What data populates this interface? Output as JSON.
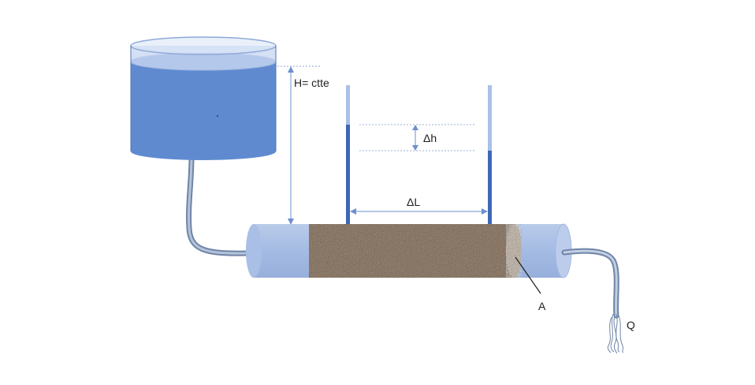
{
  "labels": {
    "head": "H= ctte",
    "delta_h": "Δh",
    "delta_l": "ΔL",
    "area": "A",
    "flow": "Q"
  },
  "colors": {
    "water_dark": "#5b85c9",
    "water_light": "#a9c2e8",
    "tank_rim": "#c9d8f1",
    "tube": "#8fa4c4",
    "piezometer": "#3f67b6",
    "soil": "#9a8674",
    "dimension_line": "#6e8fcf"
  },
  "icons": {
    "tank": "reservoir-icon",
    "sample": "soil-column-icon"
  }
}
